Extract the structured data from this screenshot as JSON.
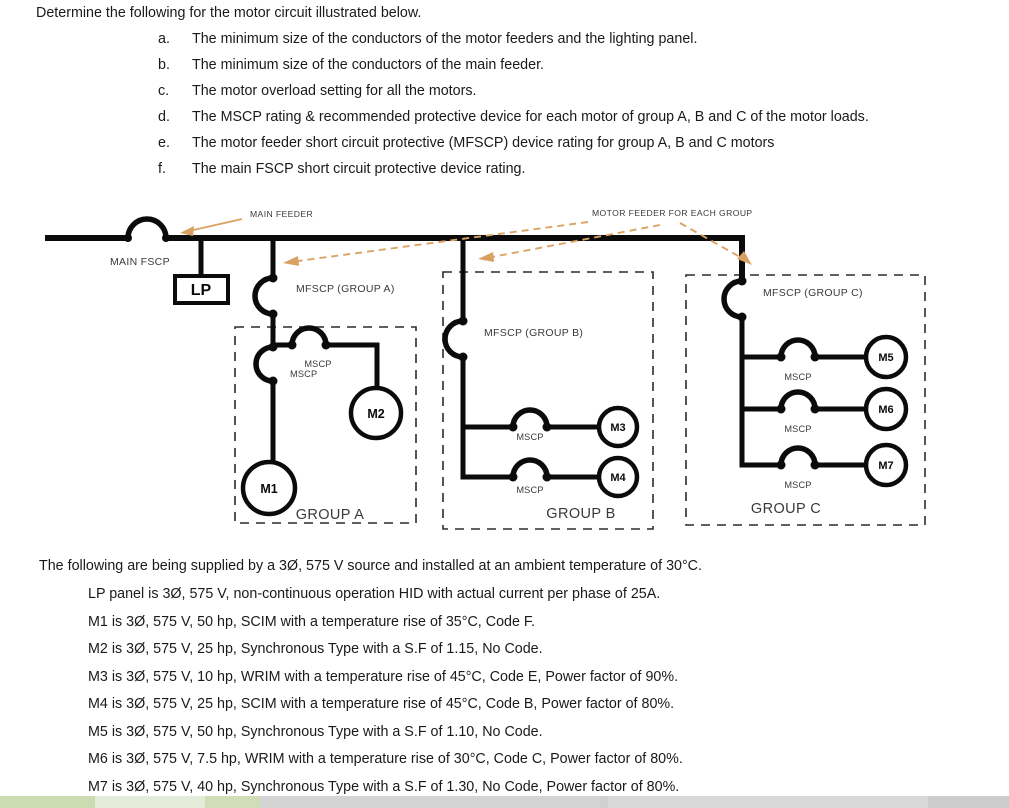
{
  "question": {
    "intro": "Determine the following for the motor circuit illustrated below.",
    "items": [
      {
        "letter": "a.",
        "text": "The minimum size of the conductors of the motor feeders and the lighting panel."
      },
      {
        "letter": "b.",
        "text": "The minimum size of the conductors of the main feeder."
      },
      {
        "letter": "c.",
        "text": "The motor overload setting for all the motors."
      },
      {
        "letter": "d.",
        "text": "The MSCP rating & recommended protective device for each motor of group A, B and C of the motor loads."
      },
      {
        "letter": "e.",
        "text": "The motor feeder short circuit protective (MFSCP) device rating for group A, B and C motors"
      },
      {
        "letter": "f.",
        "text": "The main FSCP short circuit protective device rating."
      }
    ]
  },
  "diagram": {
    "annotations": {
      "main_feeder": "MAIN FEEDER",
      "motor_feeder": "MOTOR FEEDER FOR EACH GROUP"
    },
    "main_fscp_label": "MAIN FSCP",
    "lp_label": "LP",
    "groups": [
      {
        "id": "A",
        "box_label": "GROUP A",
        "mfscp_label": "MFSCP (GROUP A)",
        "motors": [
          {
            "id": "M1",
            "mscp_label": "MSCP"
          },
          {
            "id": "M2",
            "mscp_label": "MSCP"
          }
        ]
      },
      {
        "id": "B",
        "box_label": "GROUP B",
        "mfscp_label": "MFSCP (GROUP B)",
        "motors": [
          {
            "id": "M3",
            "mscp_label": "MSCP"
          },
          {
            "id": "M4",
            "mscp_label": "MSCP"
          }
        ]
      },
      {
        "id": "C",
        "box_label": "GROUP C",
        "mfscp_label": "MFSCP (GROUP C)",
        "motors": [
          {
            "id": "M5",
            "mscp_label": "MSCP"
          },
          {
            "id": "M6",
            "mscp_label": "MSCP"
          },
          {
            "id": "M7",
            "mscp_label": "MSCP"
          }
        ]
      }
    ]
  },
  "notes": {
    "lead": "The following are being supplied by a 3Ø, 575 V source and installed at an ambient temperature of 30°C.",
    "items": [
      "LP panel is 3Ø, 575 V, non-continuous operation HID with actual current per phase of 25A.",
      "M1 is 3Ø, 575 V, 50 hp, SCIM with a temperature rise of 35°C, Code F.",
      "M2 is 3Ø, 575 V, 25 hp, Synchronous Type with a S.F of 1.15, No Code.",
      "M3 is 3Ø, 575 V, 10 hp, WRIM with a temperature rise of 45°C, Code E, Power factor of 90%.",
      "M4 is 3Ø, 575 V, 25 hp, SCIM with a temperature rise of 45°C, Code B, Power factor of 80%.",
      "M5 is 3Ø, 575 V, 50 hp, Synchronous Type with a S.F of 1.10, No Code.",
      "M6 is 3Ø, 575 V, 7.5 hp, WRIM with a temperature rise of 30°C, Code C, Power factor of 80%.",
      "M7 is 3Ø, 575 V, 40 hp, Synchronous Type with a S.F of 1.30, No Code, Power factor of 80%."
    ]
  },
  "colors": {
    "wire": "#0b0b0b",
    "annotation": "#d9a063",
    "label": "#3a3a3a"
  }
}
